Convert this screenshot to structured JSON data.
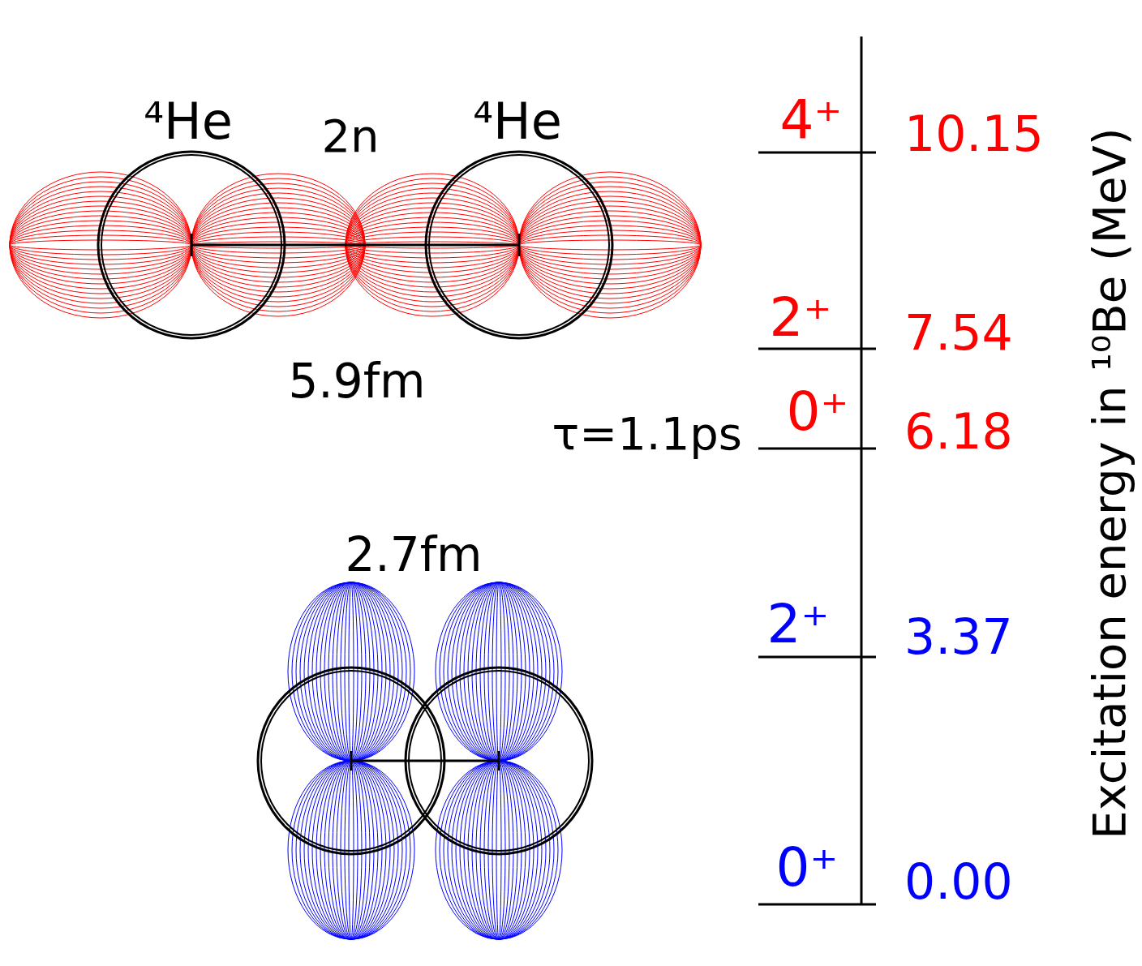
{
  "diagram": {
    "labels": [
      "⁴He",
      "2n",
      "⁴He",
      "5.9fm",
      "4⁺",
      "10.15",
      "2⁺",
      "7.54",
      "τ=1.1ps",
      "0⁺",
      "6.18",
      "2.7fm",
      "2⁺",
      "3.37",
      "0⁺",
      "0.00",
      "Excitation energy in ¹⁰Be (MeV)"
    ]
  }
}
